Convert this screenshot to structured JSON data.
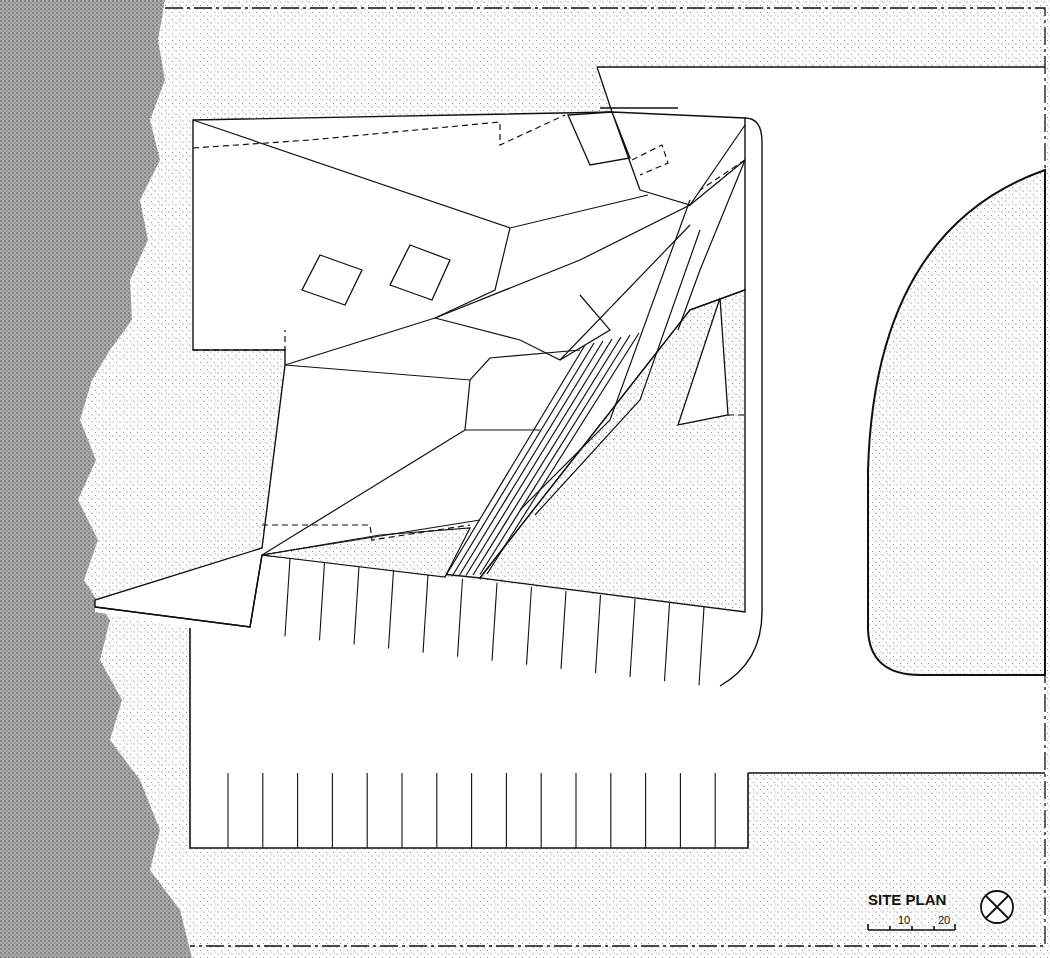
{
  "diagram": {
    "title": "SITE PLAN",
    "labels": [
      "10",
      "20"
    ]
  }
}
